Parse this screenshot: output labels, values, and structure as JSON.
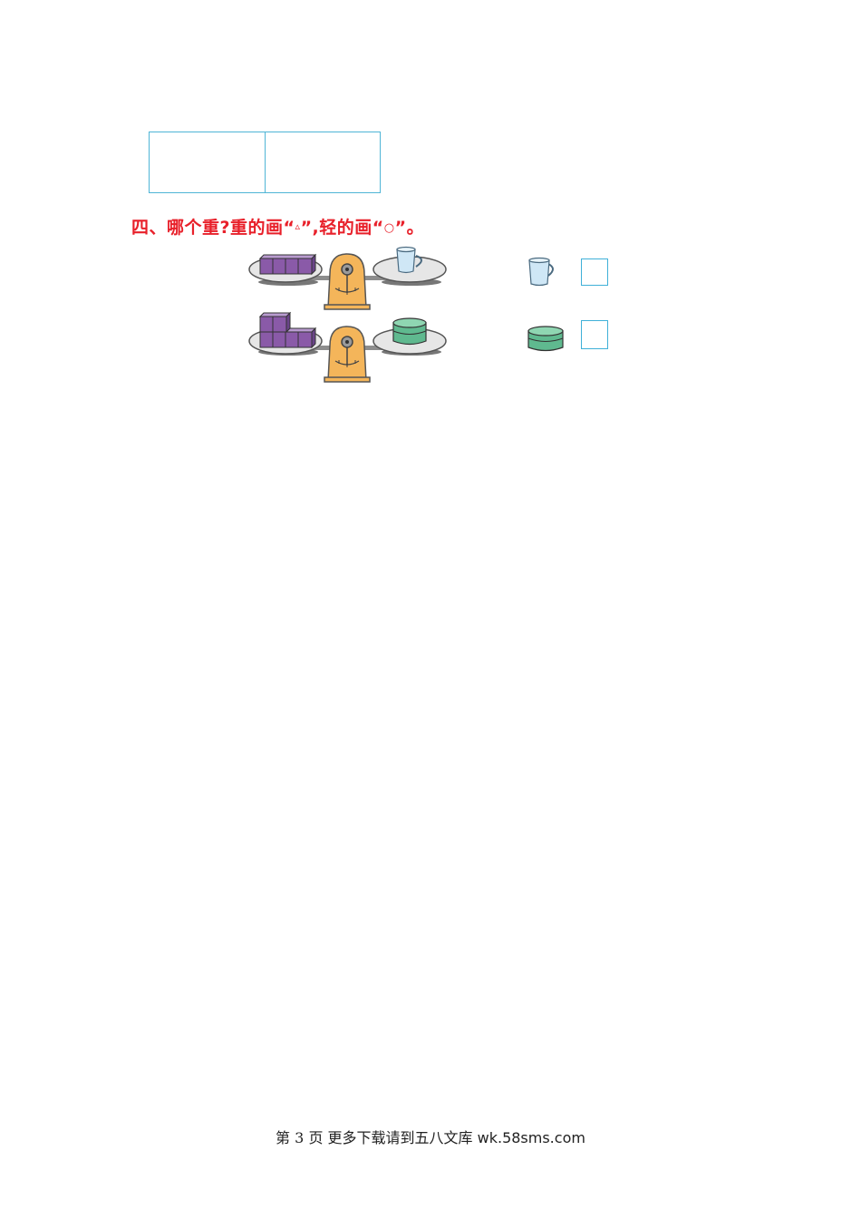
{
  "question": {
    "number": "四、",
    "text": "哪个重?重的画“",
    "triangle_symbol": "▵",
    "middle": "”,轻的画“",
    "circle_symbol": "○",
    "end": "”。"
  },
  "rows": [
    {
      "left_item_icon": "cube-stack-4-icon",
      "right_item_icon": "cup-icon",
      "compare_item_icon": "cup-icon",
      "answer": ""
    },
    {
      "left_item_icon": "cube-l-shape-5-icon",
      "right_item_icon": "round-box-icon",
      "compare_item_icon": "round-box-icon",
      "answer": ""
    }
  ],
  "colors": {
    "question_text": "#e8202a",
    "box_border": "#3fb0d8",
    "cube": "#8a5aa8",
    "scale_body": "#f4b55a",
    "cup": "#cfe7f6",
    "round_box": "#5fb98f"
  },
  "footer": {
    "page_prefix": "第",
    "page_number": "3",
    "page_suffix": "页 更多下载请到五八文库",
    "site": "wk.58sms.com"
  }
}
